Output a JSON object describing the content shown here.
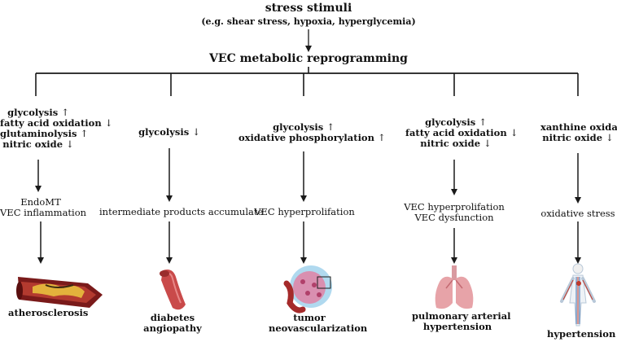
{
  "root": {
    "title": "stress stimuli",
    "subtitle": "(e.g. shear stress, hypoxia, hyperglycemia)"
  },
  "hub": "VEC metabolic reprogramming",
  "branches": [
    {
      "metabolic": [
        {
          "text": "glycolysis",
          "arrow": "↑"
        },
        {
          "text": "fatty acid oxidation",
          "arrow": "↓"
        },
        {
          "text": "glutaminolysis",
          "arrow": "↑"
        },
        {
          "text": "nitric oxide",
          "arrow": "↓"
        }
      ],
      "effect": [
        "EndoMT",
        "VEC inflammation"
      ],
      "disease": [
        "atherosclerosis"
      ],
      "icon": "artery-plaque-icon"
    },
    {
      "metabolic": [
        {
          "text": "glycolysis",
          "arrow": "↓"
        }
      ],
      "effect": [
        "intermediate products accumulate"
      ],
      "disease": [
        "diabetes",
        "angiopathy"
      ],
      "icon": "vessel-icon"
    },
    {
      "metabolic": [
        {
          "text": "glycolysis",
          "arrow": "↑"
        },
        {
          "text": "oxidative phosphorylation",
          "arrow": "↑"
        }
      ],
      "effect": [
        "VEC hyperprolifation"
      ],
      "disease": [
        "tumor",
        "neovascularization"
      ],
      "icon": "tumor-icon"
    },
    {
      "metabolic": [
        {
          "text": "glycolysis",
          "arrow": "↑"
        },
        {
          "text": "fatty acid oxidation",
          "arrow": "↓"
        },
        {
          "text": "nitric oxide",
          "arrow": "↓"
        }
      ],
      "effect": [
        "VEC hyperprolifation",
        "VEC dysfunction"
      ],
      "disease": [
        "pulmonary arterial",
        "hypertension"
      ],
      "icon": "lungs-icon"
    },
    {
      "metabolic": [
        {
          "text": "xanthine oxidase",
          "arrow": "↑"
        },
        {
          "text": "nitric oxide",
          "arrow": "↓"
        }
      ],
      "effect": [
        "oxidative stress"
      ],
      "disease": [
        "hypertension"
      ],
      "icon": "circulatory-system-icon"
    }
  ],
  "colors": {
    "line": "#1a1a1a",
    "vessel_red": "#c0392b",
    "plaque_yellow": "#e3b23c",
    "lung_pink": "#e7a3a8",
    "tumor_blue": "#8ec9e8"
  }
}
